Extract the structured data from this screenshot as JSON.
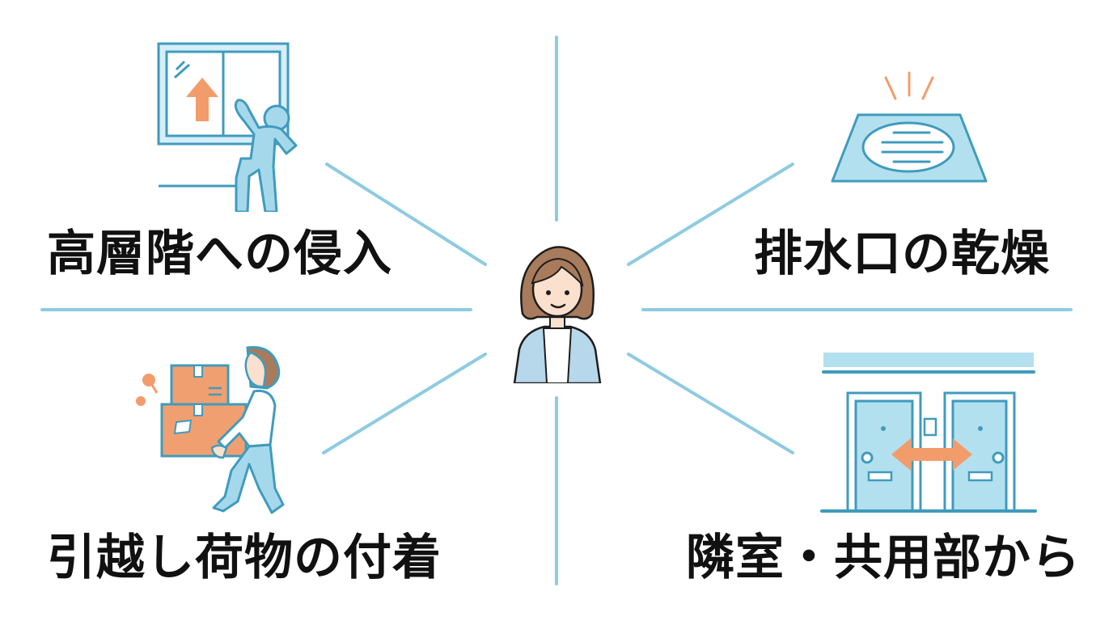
{
  "center": {
    "figure": "woman-avatar"
  },
  "quadrants": [
    {
      "id": "top-left",
      "label": "高層階への侵入",
      "icon": "window-climber-icon"
    },
    {
      "id": "top-right",
      "label": "排水口の乾燥",
      "icon": "floor-drain-icon"
    },
    {
      "id": "bottom-left",
      "label": "引越し荷物の付着",
      "icon": "person-carrying-boxes-icon"
    },
    {
      "id": "bottom-right",
      "label": "隣室・共用部から",
      "icon": "adjacent-doors-icon"
    }
  ],
  "colors": {
    "line": "#8ecbe0",
    "stroke": "#3f9bbd",
    "fill_light": "#b3e0ef",
    "accent": "#f39c6b",
    "text": "#111111"
  }
}
